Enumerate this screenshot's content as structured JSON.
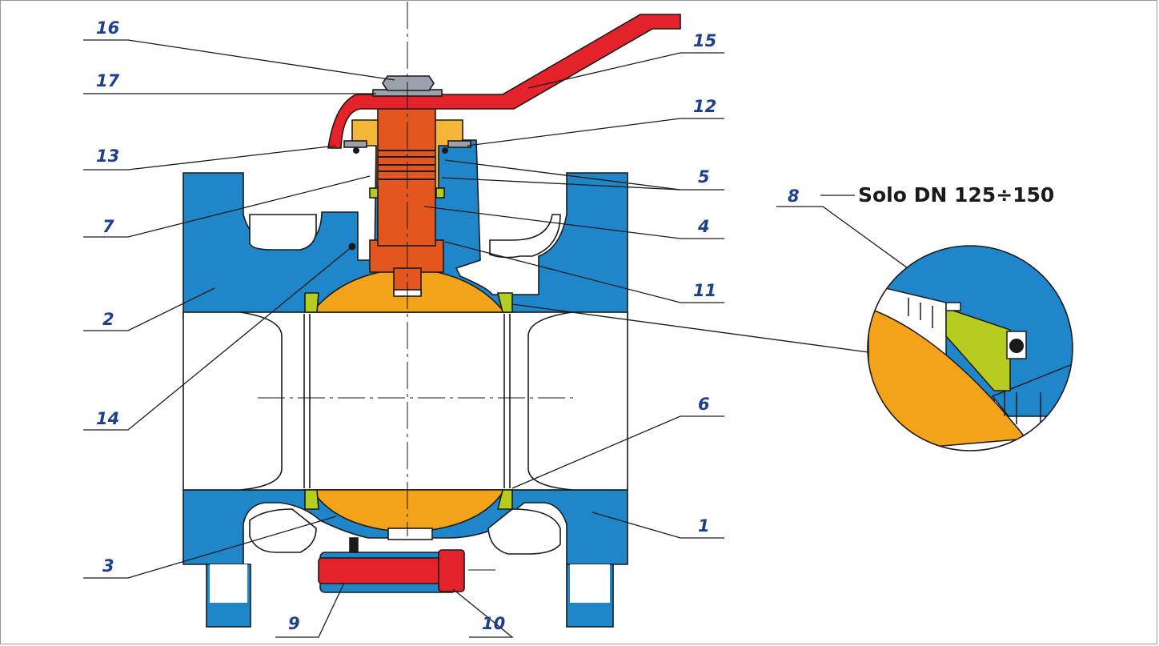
{
  "labels": {
    "p1": "1",
    "p2": "2",
    "p3": "3",
    "p4": "4",
    "p5": "5",
    "p6": "6",
    "p7": "7",
    "p8": "8",
    "p9": "9",
    "p10": "10",
    "p11": "11",
    "p12": "12",
    "p13": "13",
    "p14": "14",
    "p15": "15",
    "p16": "16",
    "p17": "17"
  },
  "note": "Solo DN 125÷150",
  "colors": {
    "body": "#1f86c9",
    "ball": "#f2a31a",
    "stem": "#e3561e",
    "handle": "#e4222a",
    "seat": "#b6cc1e",
    "gland": "#f5b638",
    "outline": "#1a1a1a"
  }
}
